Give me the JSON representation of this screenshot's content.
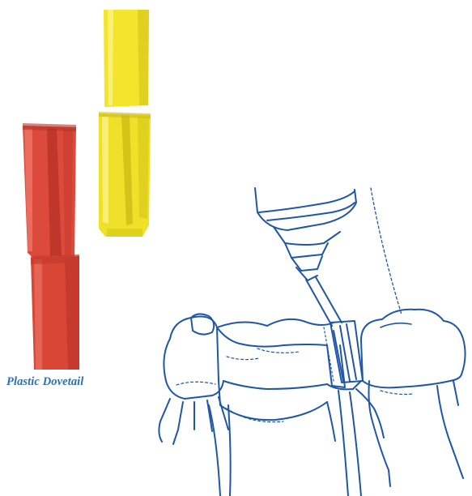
{
  "caption": {
    "text": "Plastic Dovetail"
  },
  "colors": {
    "caption": "#2f6fb0",
    "drawing_line": "#1f56a8",
    "red_pattern": "#dc4a3c",
    "red_shadow": "#b83227",
    "yellow_pattern": "#f2e52c",
    "yellow_shadow": "#c9bb12",
    "background": "#ffffff"
  },
  "figures": {
    "photo": {
      "items": [
        "red-plastic-dovetail-pattern",
        "yellow-plastic-dovetail-pattern"
      ]
    },
    "illustration": {
      "items": [
        "dental-handpiece",
        "bur",
        "dovetail-slot",
        "teeth"
      ]
    }
  }
}
